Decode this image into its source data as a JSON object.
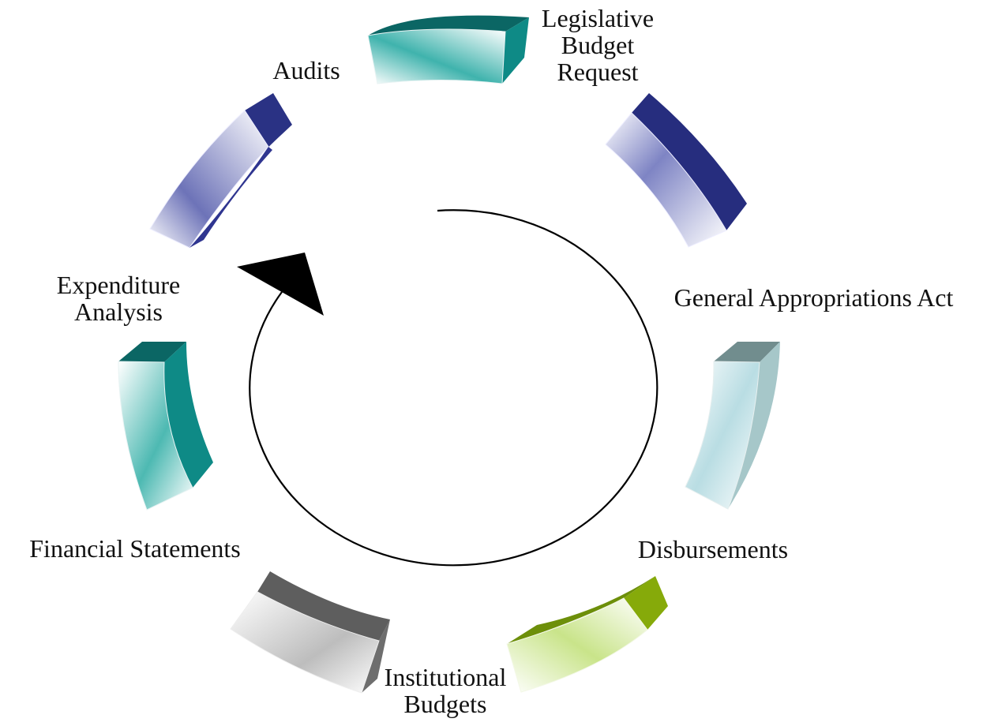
{
  "diagram": {
    "type": "cycle",
    "direction": "counter-clockwise",
    "steps": [
      {
        "id": "lbr",
        "lines": [
          "Legislative",
          "Budget",
          "Request"
        ],
        "color": "#0e7b77"
      },
      {
        "id": "gaa",
        "lines": [
          "General Appropriations Act"
        ],
        "color": "#262d7e"
      },
      {
        "id": "disb",
        "lines": [
          "Disbursements"
        ],
        "color": "#6f8d8d"
      },
      {
        "id": "inst",
        "lines": [
          "Institutional",
          "Budgets"
        ],
        "color": "#7fa70c"
      },
      {
        "id": "fin",
        "lines": [
          "Financial Statements"
        ],
        "color": "#5c5c5c"
      },
      {
        "id": "exp",
        "lines": [
          "Expenditure",
          "Analysis"
        ],
        "color": "#0e7b77"
      },
      {
        "id": "aud",
        "lines": [
          "Audits"
        ],
        "color": "#262d7e"
      }
    ]
  }
}
